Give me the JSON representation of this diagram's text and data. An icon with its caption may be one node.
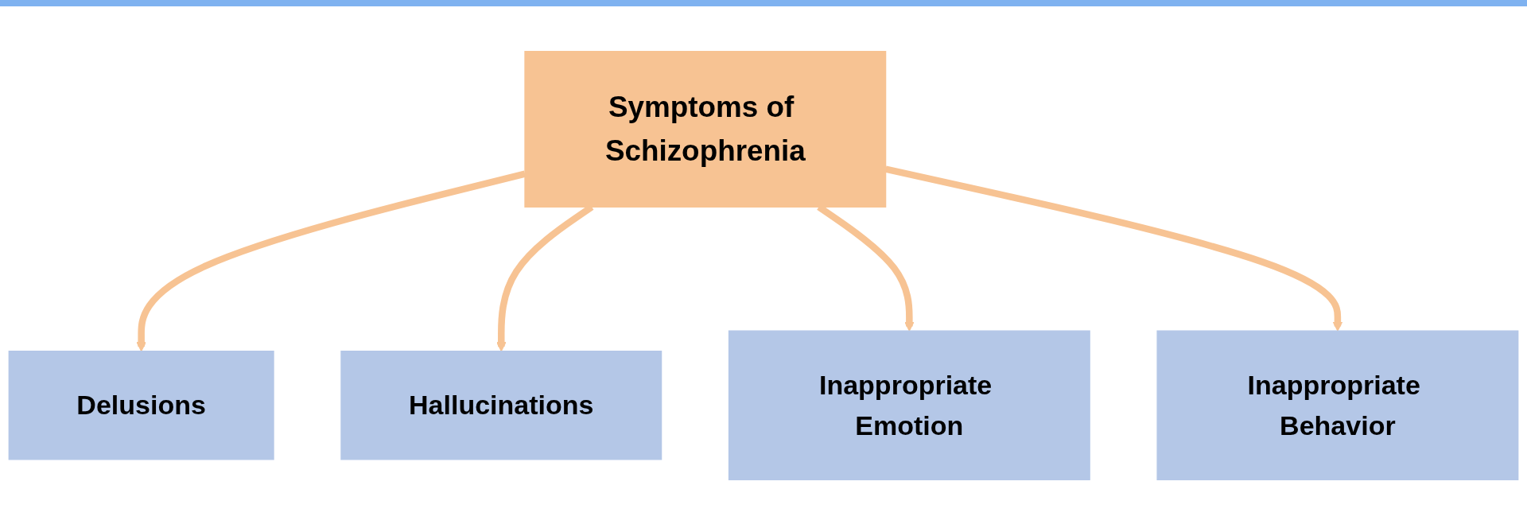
{
  "diagram": {
    "nodes": [
      {
        "text": [
          "Symptoms of Schizophrenia"
        ]
      },
      {
        "text": [
          "Delusions"
        ]
      },
      {
        "text": [
          "Hallucinations"
        ]
      },
      {
        "text": [
          "Inappropriate Emotion"
        ]
      },
      {
        "text": [
          "Inappropriate Behavior"
        ]
      }
    ],
    "edges": [
      {
        "from": 0,
        "to": 1,
        "arrow": "to"
      },
      {
        "from": 0,
        "to": 2,
        "arrow": "to"
      },
      {
        "from": 0,
        "to": 3,
        "arrow": "to"
      },
      {
        "from": 0,
        "to": 4,
        "arrow": "to"
      }
    ]
  }
}
